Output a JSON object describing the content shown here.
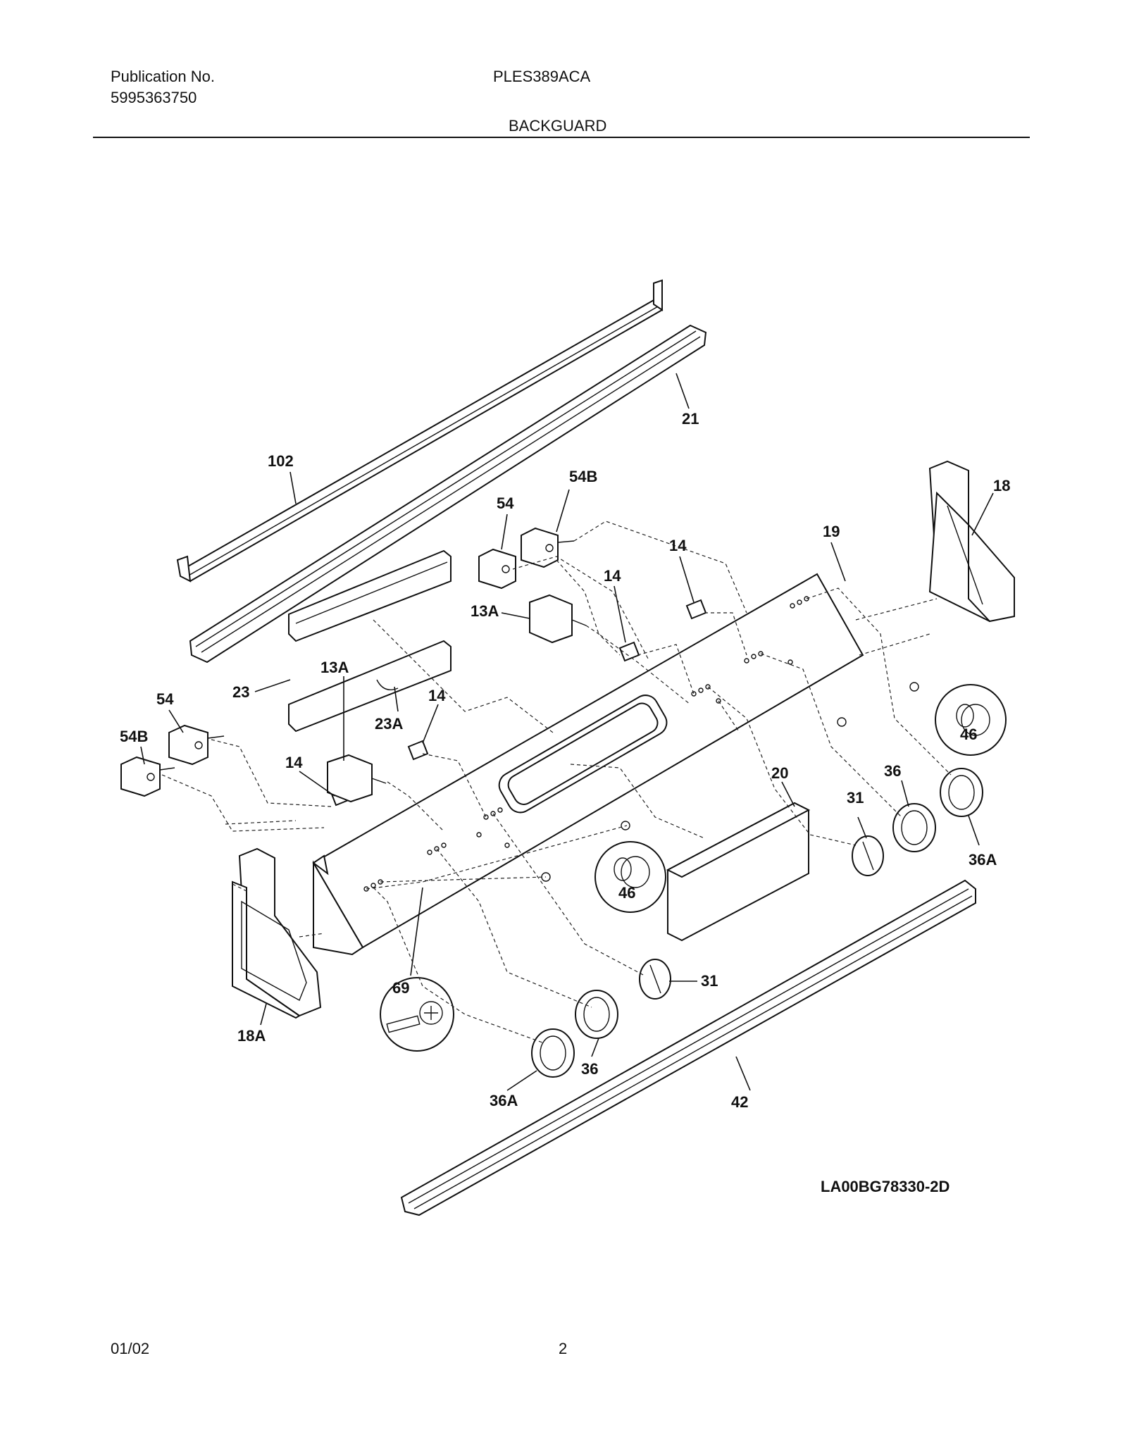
{
  "header": {
    "publication_label": "Publication No.",
    "publication_number": "5995363750",
    "model": "PLES389ACA",
    "section": "BACKGUARD"
  },
  "footer": {
    "date": "01/02",
    "page": "2"
  },
  "diagram": {
    "code": "LA00BG78330-2D",
    "callouts": {
      "c102": "102",
      "c21": "21",
      "c54B_top": "54B",
      "c54_top": "54",
      "c18": "18",
      "c19": "19",
      "c14_a": "14",
      "c14_b": "14",
      "c13A_right": "13A",
      "c23": "23",
      "c13A_left": "13A",
      "c54_left": "54",
      "c54B_left": "54B",
      "c23A": "23A",
      "c14_c": "14",
      "c14_d": "14",
      "c46_right": "46",
      "c36_right": "36",
      "c20": "20",
      "c31_right": "31",
      "c36A_right": "36A",
      "c46_center": "46",
      "c31_center": "31",
      "c69": "69",
      "c18A": "18A",
      "c36_center": "36",
      "c36A_center": "36A",
      "c42": "42"
    }
  }
}
